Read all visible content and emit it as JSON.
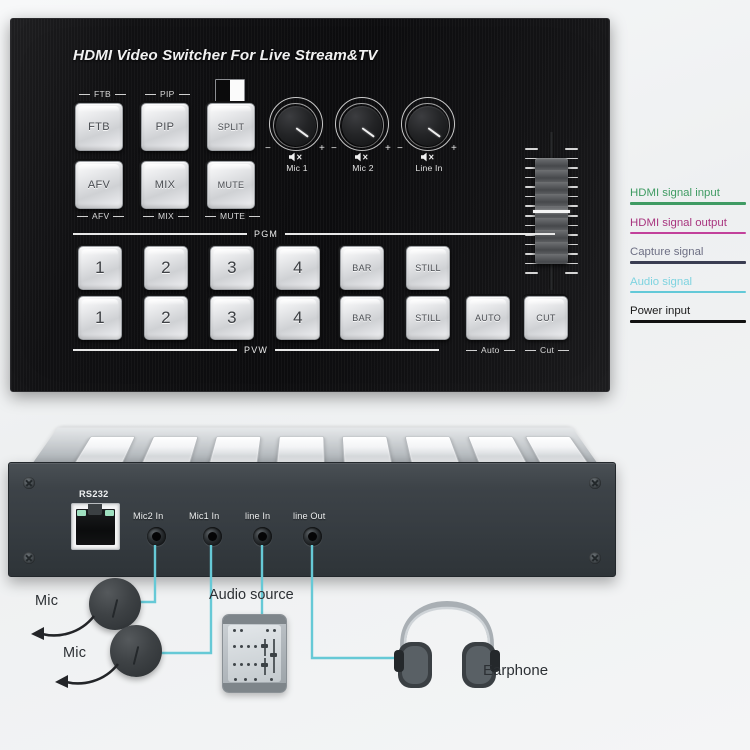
{
  "product": {
    "title": "HDMI Video Switcher For Live Stream&TV"
  },
  "front_panel": {
    "group_captions": {
      "ftb": "FTB",
      "pip": "PIP",
      "afv": "AFV",
      "mix": "MIX",
      "mute": "MUTE"
    },
    "function_keys": [
      {
        "label": "FTB"
      },
      {
        "label": "PIP"
      },
      {
        "label": "SPLIT"
      },
      {
        "label": "AFV"
      },
      {
        "label": "MIX"
      },
      {
        "label": "MUTE"
      }
    ],
    "split_indicator_name": "black-white-split-indicator",
    "knobs": [
      {
        "label": "Mic 1",
        "minus": "−",
        "plus": "+",
        "icon": "mute-speaker-icon"
      },
      {
        "label": "Mic 2",
        "minus": "−",
        "plus": "+",
        "icon": "mute-speaker-icon"
      },
      {
        "label": "Line In",
        "minus": "−",
        "plus": "+",
        "icon": "mute-speaker-icon"
      }
    ],
    "fader_name": "t-bar-fader",
    "pgm_rail_label": "PGM",
    "pvw_rail_label": "PVW",
    "pgm_row": [
      {
        "label": "1"
      },
      {
        "label": "2"
      },
      {
        "label": "3"
      },
      {
        "label": "4"
      },
      {
        "label": "BAR"
      },
      {
        "label": "STILL"
      }
    ],
    "pvw_row": [
      {
        "label": "1"
      },
      {
        "label": "2"
      },
      {
        "label": "3"
      },
      {
        "label": "4"
      },
      {
        "label": "BAR"
      },
      {
        "label": "STILL"
      }
    ],
    "transition_keys": [
      {
        "label": "AUTO",
        "caption": "Auto"
      },
      {
        "label": "CUT",
        "caption": "Cut"
      }
    ]
  },
  "legend": {
    "items": [
      {
        "label": "HDMI signal input",
        "color": "#3f9b63",
        "line": "#3f9b63"
      },
      {
        "label": "HDMI signal output",
        "color": "#a8357f",
        "line": "#c2419b"
      },
      {
        "label": "Capture signal",
        "color": "#6d6f84",
        "line": "#3a3d52"
      },
      {
        "label": "Audio signal",
        "color": "#7ed3e0",
        "line": "#63c9d8"
      },
      {
        "label": "Power input",
        "color": "#1b1b1b",
        "line": "#111111"
      }
    ]
  },
  "rear_panel": {
    "rs232_label": "RS232",
    "ports": [
      {
        "label": "Mic2 In"
      },
      {
        "label": "Mic1 In"
      },
      {
        "label": "line In"
      },
      {
        "label": "line Out"
      }
    ]
  },
  "accessories": {
    "mic_1_label": "Mic",
    "mic_2_label": "Mic",
    "audio_source_label": "Audio source",
    "earphone_label": "Earphone",
    "cable_color": "#66c9d6"
  }
}
